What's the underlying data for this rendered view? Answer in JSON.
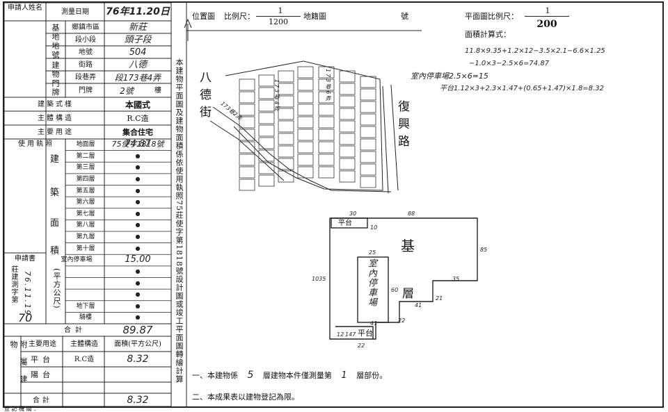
{
  "applicant": {
    "label_applicant_name": "申請人姓名",
    "label_survey_date": "測量日期",
    "survey_date": "76年11.20日",
    "label_lot": "基地地號",
    "label_township": "鄉鎮市區",
    "township": "新莊",
    "label_section": "段小段",
    "section": "頭子段",
    "label_lot_no": "地號",
    "lot_no": "504",
    "label_door": "建物門牌",
    "label_street": "街路",
    "street": "八德",
    "label_lane": "段巷弄",
    "lane": "段173巷4弄",
    "label_number": "門牌",
    "number": "2號",
    "label_floor": "樓",
    "label_style": "建築式樣",
    "style": "本國式",
    "label_structure": "主體構造",
    "structure": "R.C造",
    "label_use": "主要用途",
    "use": "集合住宅",
    "label_permit": "使用執照",
    "permit": "75使字1818號"
  },
  "area_table": {
    "label_building": "建",
    "label_area1": "築",
    "label_area2": "面",
    "label_area3": "積",
    "label_unit": "(平方公尺)",
    "rows": [
      {
        "floor": "地面層",
        "value": "74.87"
      },
      {
        "floor": "第二層",
        "value": "●"
      },
      {
        "floor": "第三層",
        "value": "●"
      },
      {
        "floor": "第四層",
        "value": "●"
      },
      {
        "floor": "第五層",
        "value": "●"
      },
      {
        "floor": "第六層",
        "value": "●"
      },
      {
        "floor": "第七層",
        "value": "●"
      },
      {
        "floor": "第八層",
        "value": "●"
      },
      {
        "floor": "第九層",
        "value": "●"
      },
      {
        "floor": "第十層",
        "value": "●"
      },
      {
        "floor": "室內停車場",
        "value": "15.00"
      },
      {
        "floor": "",
        "value": "●"
      },
      {
        "floor": "",
        "value": "●"
      },
      {
        "floor": "",
        "value": "●"
      },
      {
        "floor": "地下層",
        "value": "●"
      },
      {
        "floor": "騎樓",
        "value": "●"
      }
    ],
    "label_application": "申請書",
    "application_text": "莊建測字第",
    "application_date": "76.11.19",
    "application_no": "70",
    "label_total": "合計",
    "total": "89.87"
  },
  "annex": {
    "label_attached": "附屬建物",
    "header_use": "主要用途",
    "header_structure": "主體構造",
    "header_area": "面積(平方公尺)",
    "rows": [
      {
        "use": "平台",
        "structure": "R.C造",
        "area": "8.32"
      },
      {
        "use": "陽台",
        "structure": "",
        "area": ""
      }
    ],
    "label_total": "合計",
    "total": "8.32"
  },
  "vertical_note": "本建物平面圖及建物面積係依使用執照75莊使字第1818號設計圖或竣工平面圖轉繪計算",
  "location_map": {
    "label": "位置圖",
    "scale_label": "比例尺：",
    "scale_num": "1",
    "scale_den": "1200",
    "cadastral": "地籍圖",
    "number_label": "號",
    "street_left": "八德街",
    "street_right": "復興路",
    "lane_labels": [
      "173巷2弄",
      "173巷6弄",
      "173巷4弄"
    ]
  },
  "plan": {
    "scale_label": "平面圖比例尺：",
    "scale_num": "1",
    "scale_den": "200",
    "calc_label": "面積計算式：",
    "calc_line1": "11.8×9.35+1.2×12−3.5×2.1−6.6×1.25",
    "calc_line2": "−1.0×3−2.5×6=74.87",
    "calc_line3": "室內停車場2.5×6=15",
    "calc_line4": "平台1.12×3+2.3×1.47+(0.65+1.47)×1.8=8.32",
    "label_base": "基",
    "label_floor": "層",
    "label_parking": "室內停車場",
    "label_platform_top": "平台",
    "label_platform_bottom": "平台",
    "dims": [
      "30",
      "88",
      "10",
      "25",
      "85",
      "1035",
      "35",
      "60",
      "21",
      "41",
      "22",
      "41",
      "147",
      "12",
      "22"
    ]
  },
  "notes": {
    "note1_prefix": "一、本建物係",
    "note1_floors": "5",
    "note1_mid": "層建物本件僅測量第",
    "note1_floor": "1",
    "note1_suffix": "層部份。",
    "note2": "二、本成果表以建物登記為限。"
  },
  "footer": {
    "text": "登 記 機 關 ："
  }
}
